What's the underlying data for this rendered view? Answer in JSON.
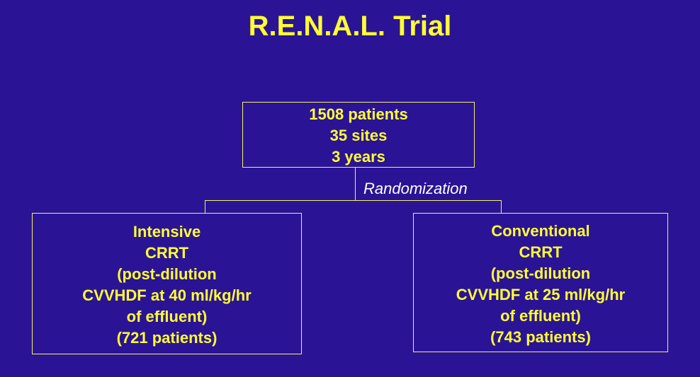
{
  "title": "R.E.N.A.L. Trial",
  "top_box": {
    "lines": [
      "1508 patients",
      "35 sites",
      "3 years"
    ]
  },
  "randomization_label": "Randomization",
  "left_box": {
    "lines": [
      "Intensive",
      "CRRT",
      "(post-dilution",
      "CVVHDF at 40 ml/kg/hr",
      "of effluent)",
      "(721 patients)"
    ]
  },
  "right_box": {
    "lines": [
      "Conventional",
      "CRRT",
      "(post-dilution",
      "CVVHDF at 25 ml/kg/hr",
      "of effluent)",
      "(743 patients)"
    ]
  },
  "colors": {
    "background": "#2a1495",
    "text": "#ffff33",
    "line": "#f2f26a",
    "label": "#ffffff"
  }
}
